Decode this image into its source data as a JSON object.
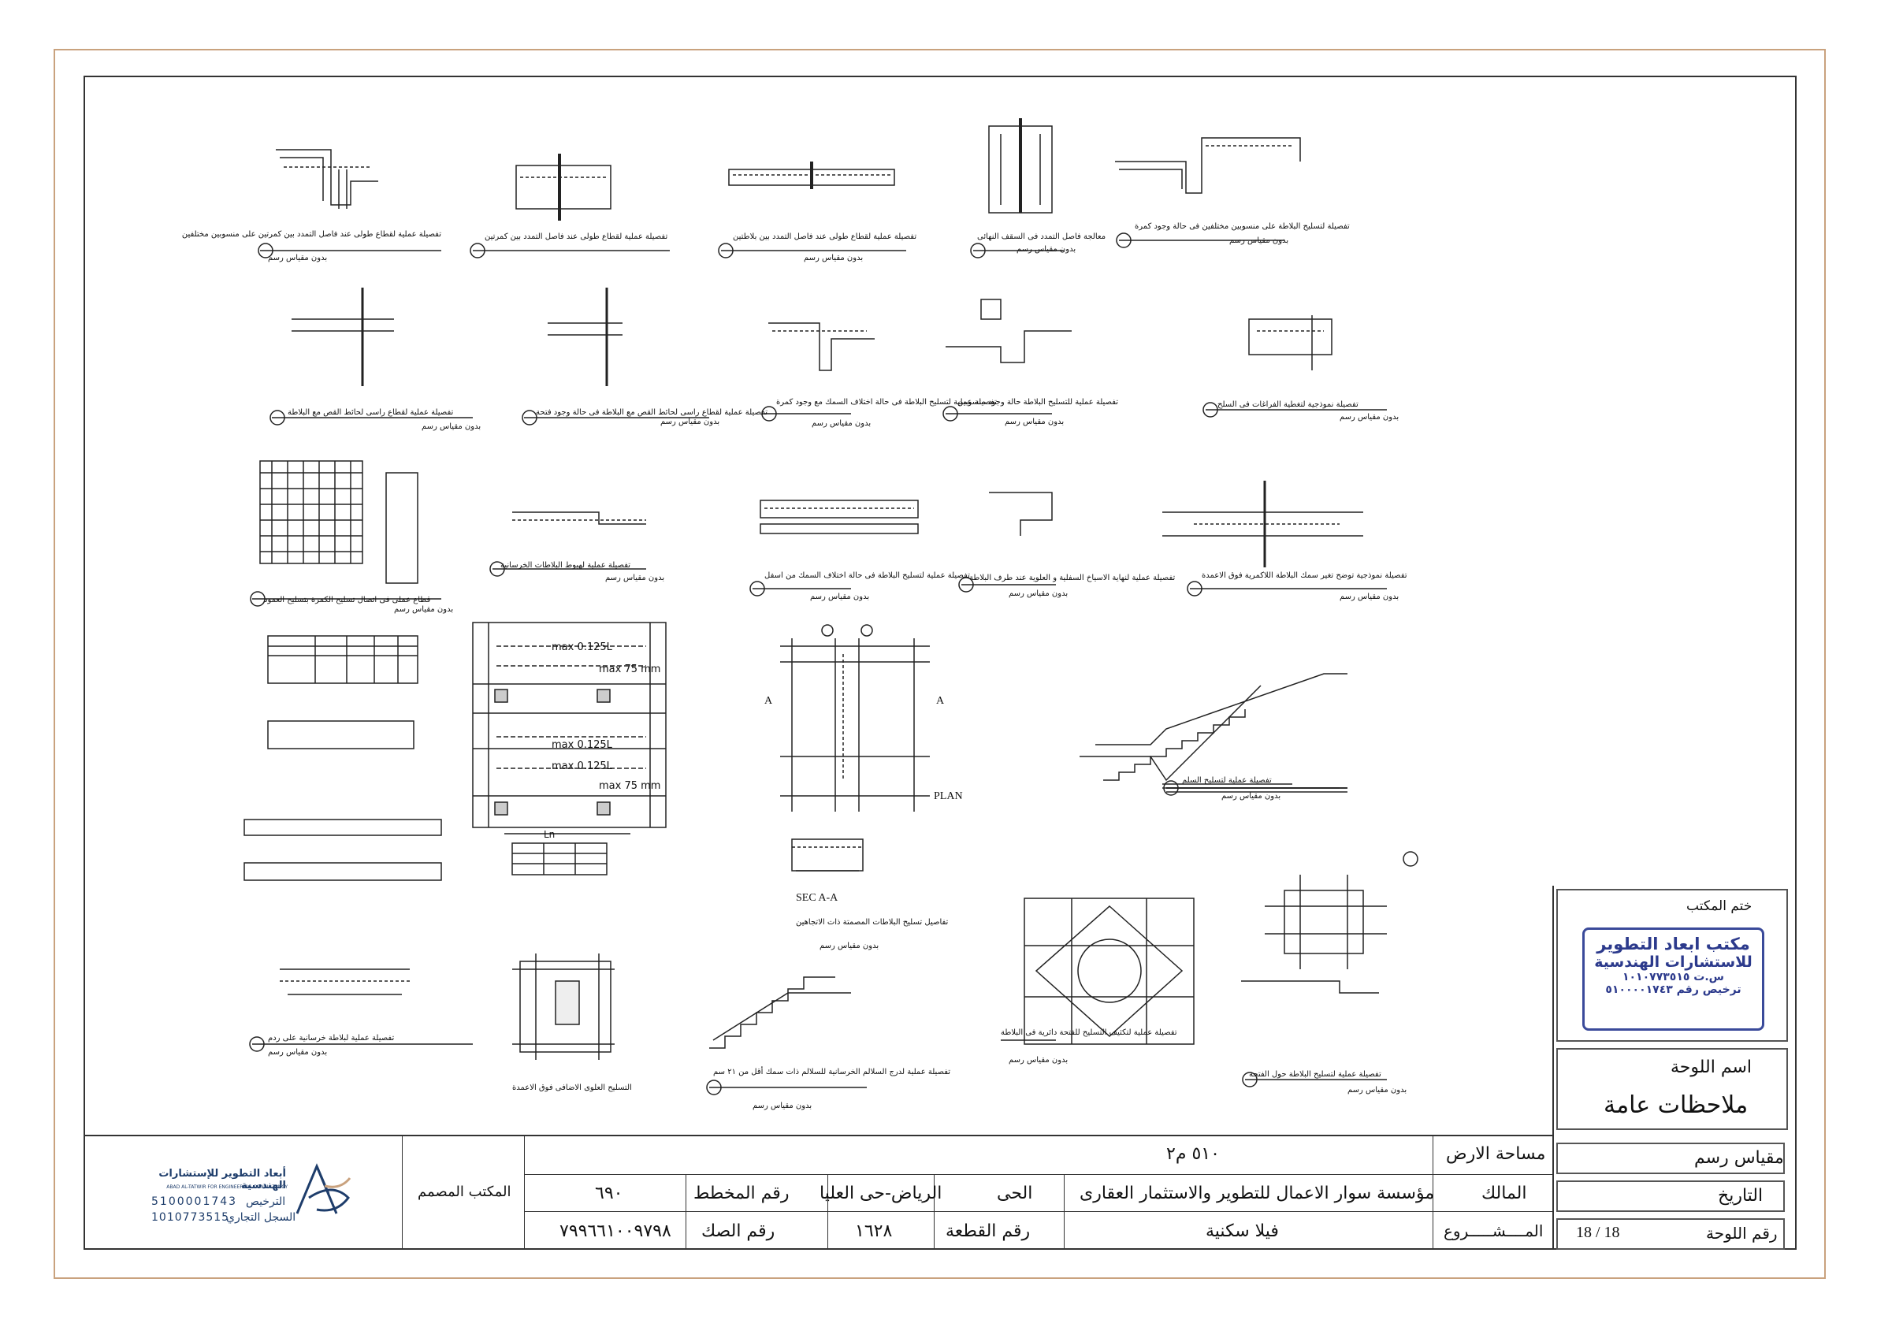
{
  "title_block": {
    "office_stamp_label": "ختم المكتب",
    "stamp": {
      "line1": "مكتب ابعاد التطوير",
      "line2": "للاستشارات الهندسية",
      "line3": "س.ت ١٠١٠٧٧٣٥١٥",
      "line4": "ترخيص رقم ٥١٠٠٠٠١٧٤٣"
    },
    "sheet_name_label": "اسم اللوحة",
    "sheet_name_value": "ملاحظات عامة",
    "scale_label": "مقياس رسم",
    "date_label": "التاريخ",
    "sheet_no_label": "رقم اللوحة",
    "sheet_no_value": "18 / 18",
    "land_area_label": "مساحة الارض",
    "land_area_value": "٥١٠ م٢",
    "owner_label": "المالك",
    "owner_value": "مؤسسة سوار الاعمال للتطوير والاستثمار العقارى",
    "project_label": "المــــشـــــروع",
    "project_value": "فيلا سكنية",
    "district_label": "الحى",
    "district_value": "الرياض-حى العليا",
    "plan_no_label": "رقم المخطط",
    "plan_no_value": "٦٩٠",
    "plot_no_label": "رقم القطعة",
    "plot_no_value": "١٦٢٨",
    "deed_no_label": "رقم الصك",
    "deed_no_value": "٧٩٩٦٦١٠٠٩٧٩٨",
    "designer_label": "المكتب المصمم",
    "company": {
      "name_ar": "أبعاد التطوير للإستشارات الهندسية",
      "name_en": "ABAD AL-TATWIR FOR ENGINEERING CONSULTANCY",
      "license_label": "الترخيص",
      "license_no": "5100001743",
      "cr_label": "السجل التجاري",
      "cr_no": "1010773515"
    }
  },
  "details": [
    {
      "caption": "تفصيلة عملية لقطاع طولى عند فاصل التمدد بين كمرتين على منسوبين مختلفين",
      "note": "بدون مقياس رسم"
    },
    {
      "caption": "تفصيلة عملية لقطاع طولى عند فاصل التمدد بين كمرتين",
      "note": ""
    },
    {
      "caption": "تفصيلة عملية لقطاع طولى عند فاصل التمدد بين بلاطتين",
      "note": "بدون مقياس رسم"
    },
    {
      "caption": "معالجة فاصل التمدد فى السقف النهائى",
      "note": "بدون مقياس رسم"
    },
    {
      "caption": "تفصيلة لتسليح البلاطة على منسوبين مختلفين فى حالة وجود كمرة",
      "note": "بدون مقياس رسم"
    },
    {
      "caption": "تفصيلة عملية لقطاع راسى لحائط القص مع البلاطة",
      "note": "بدون مقياس رسم"
    },
    {
      "caption": "تفصيلة عملية لقطاع راسى لحائط القص مع البلاطة فى حالة وجود فتحة",
      "note": "بدون مقياس رسم"
    },
    {
      "caption": "تفصيلة عملية لتسليح البلاطة فى حالة اختلاف السمك مع وجود كمرة",
      "note": "بدون مقياس رسم"
    },
    {
      "caption": "تفصيلة عملية للتسليح البلاطة حالة وجود منسوبين",
      "note": "بدون مقياس رسم"
    },
    {
      "caption": "تفصيلة نموذجية لتغطية الفراغات فى السلح",
      "note": "بدون مقياس رسم"
    },
    {
      "caption": "قطاع عملى فى اتصال تسليح الكمرة بتسليح العمود",
      "note": "بدون مقياس رسم"
    },
    {
      "caption": "تفصيلة عملية لهبوط البلاطات الخرسانية",
      "note": "بدون مقياس رسم"
    },
    {
      "caption": "تفصيلة عملية لتسليح البلاطة فى حالة اختلاف السمك من اسفل",
      "note": "بدون مقياس رسم"
    },
    {
      "caption": "تفصيلة عملية لنهاية الاسياخ السفلية و العلوية عند طرف البلاطة",
      "note": "بدون مقياس رسم"
    },
    {
      "caption": "تفصيلة نموذجية توضح تغير سمك البلاطة اللاكمرية فوق الاعمدة",
      "note": "بدون مقياس رسم"
    },
    {
      "caption": "تفصيلة عملية لتسليح السلم",
      "note": "بدون مقياس رسم"
    },
    {
      "caption": "تفاصيل تسليح البلاطات المصمتة ذات الاتجاهين",
      "note": "بدون مقياس رسم"
    },
    {
      "caption": "تفصيلة عملية لبلاطة خرسانية على ردم",
      "note": "بدون مقياس رسم"
    },
    {
      "caption": "التسليح العلوى الاضافى فوق الاعمدة",
      "note": ""
    },
    {
      "caption": "تفصيلة عملية لدرج السلالم الخرسانية للسلالم ذات سمك أقل من ٢١ سم",
      "note": "بدون مقياس رسم"
    },
    {
      "caption": "تفصيلة عملية لتكثيف التسليح للفتحة دائرية فى البلاطة",
      "note": "بدون مقياس رسم"
    },
    {
      "caption": "تفصيلة عملية لتسليح البلاطة حول الفتحة",
      "note": "بدون مقياس رسم"
    }
  ],
  "labels": {
    "plan": "PLAN",
    "sec": "SEC A-A",
    "section_mark": "A",
    "max1": "max 0.125L",
    "max2": "max 0.125L",
    "max3": "max 0.125L",
    "spacing1": "max 75 mm",
    "spacing2": "max 75 mm",
    "ln": "Ln"
  }
}
